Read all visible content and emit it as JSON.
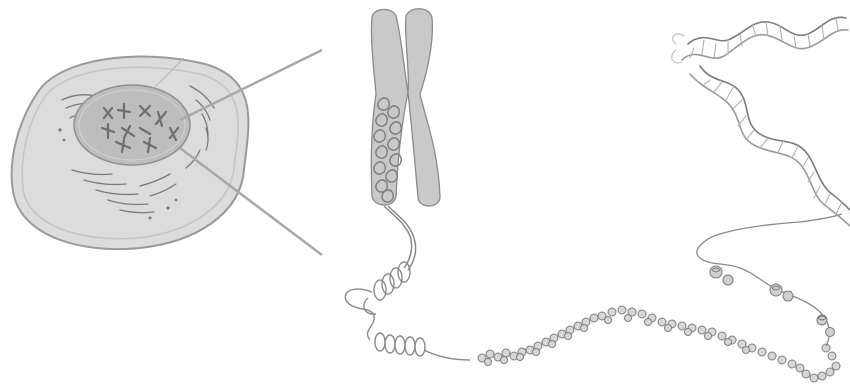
{
  "diagram": {
    "colors": {
      "background": "#ffffff",
      "cell_fill": "#dcdcdc",
      "cell_stroke": "#9a9a9a",
      "nucleus_fill": "#bdbdbd",
      "chromosome_fill": "#c9c9c9",
      "ink": "#7a7a7a",
      "helix_light": "#b8b8b8",
      "bead_fill": "#d6d6d6"
    },
    "parts": [
      "cell",
      "nucleus",
      "chromosome",
      "chromatin-fiber",
      "solenoid-coil",
      "nucleosome-fiber",
      "dna-double-helix"
    ]
  }
}
